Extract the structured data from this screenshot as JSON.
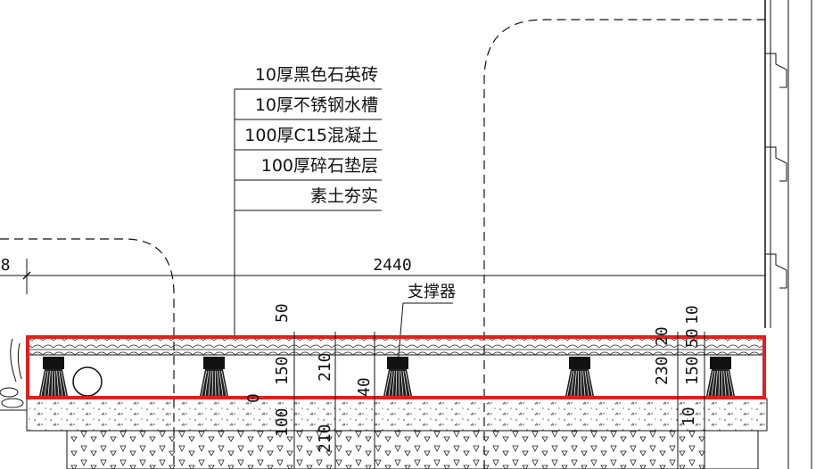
{
  "layers": [
    {
      "label": "10厚黑色石英砖"
    },
    {
      "label": "10厚不锈钢水槽"
    },
    {
      "label": "100厚C15混凝土"
    },
    {
      "label": "100厚碎石垫层"
    },
    {
      "label": "素土夯实"
    }
  ],
  "callout": {
    "label": "支撑器"
  },
  "dimensions": {
    "span": "2440",
    "left_partial": "8",
    "d50": "50",
    "d150a": "150",
    "d210": "210",
    "d100": "100",
    "d210b": "210",
    "d40": "40",
    "d0": "0",
    "d230": "230",
    "d20": "20",
    "d10": "10",
    "d150b": "150",
    "d50b": "50",
    "d10b": "10"
  },
  "colors": {
    "line": "#111111",
    "highlight": "#e0201c",
    "dashed": "#111111"
  }
}
